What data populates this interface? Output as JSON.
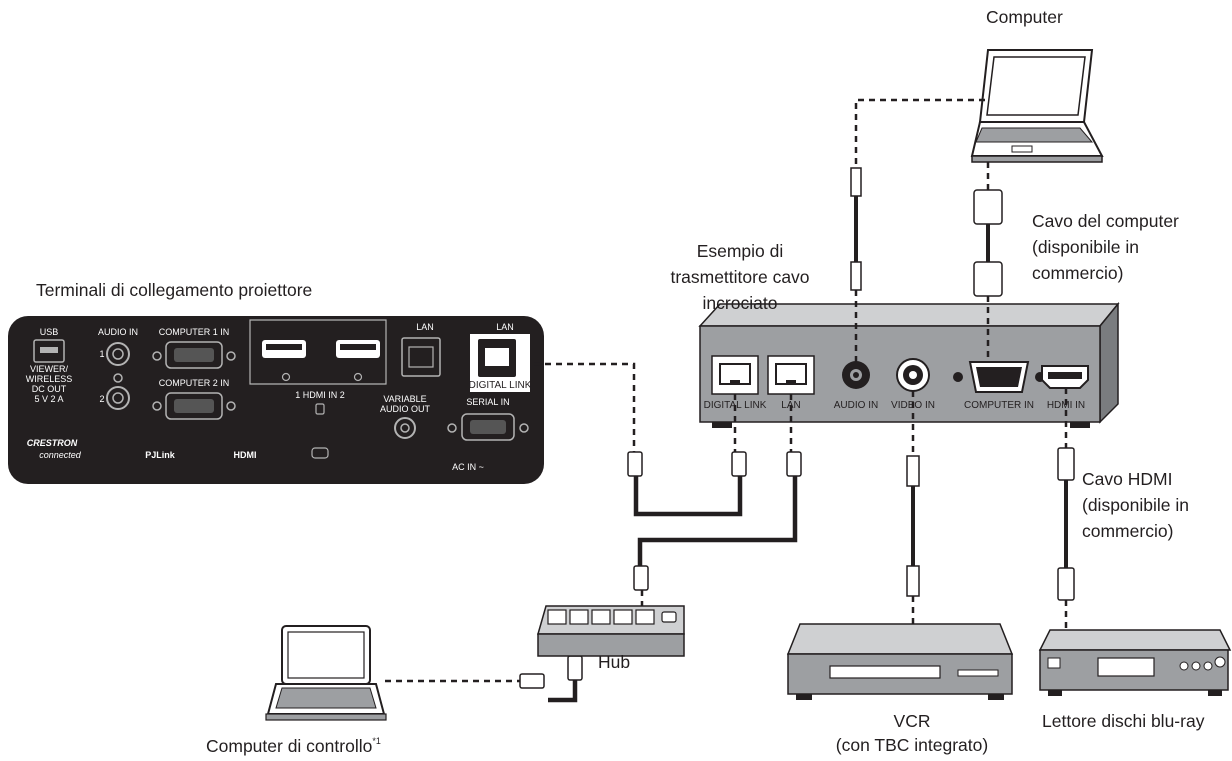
{
  "labels": {
    "computer": "Computer",
    "computer_cable_1": "Cavo del computer",
    "computer_cable_2": "(disponibile in",
    "computer_cable_3": "commercio)",
    "transmitter_1": "Esempio di",
    "transmitter_2": "trasmettitore cavo",
    "transmitter_3": "incrociato",
    "projector_terminals": "Terminali di collegamento proiettore",
    "hdmi_cable_1": "Cavo HDMI",
    "hdmi_cable_2": "(disponibile in",
    "hdmi_cable_3": "commercio)",
    "hub": "Hub",
    "vcr_1": "VCR",
    "vcr_2": "(con TBC integrato)",
    "bluray": "Lettore dischi blu-ray",
    "control_computer": "Computer di controllo",
    "control_computer_note": "*1"
  },
  "projector_panel": {
    "usb": "USB",
    "viewer_1": "VIEWER/",
    "viewer_2": "WIRELESS",
    "viewer_3": "DC OUT",
    "viewer_4": "5 V  2 A",
    "audio_in": "AUDIO IN",
    "audio_1": "1",
    "audio_2": "2",
    "computer1_in": "COMPUTER 1 IN",
    "computer2_in": "COMPUTER 2 IN",
    "hdmi_in": "1    HDMI IN    2",
    "lan_small": "LAN",
    "lan_main": "LAN",
    "digital_link": "DIGITAL LINK",
    "variable_1": "VARIABLE",
    "variable_2": "AUDIO OUT",
    "serial_in": "SERIAL IN",
    "crestron_1": "CRESTRON",
    "crestron_2": "connected",
    "pjlink": "PJLink",
    "hdmi_logo": "HDMI",
    "ac_in": "AC IN ~"
  },
  "transmitter_panel": {
    "digital_link": "DIGITAL LINK",
    "lan": "LAN",
    "audio_in": "AUDIO IN",
    "video_in": "VIDEO IN",
    "computer_in": "COMPUTER IN",
    "hdmi_in": "HDMI IN"
  },
  "colors": {
    "ink": "#231f20",
    "device_fill": "#9d9fa2",
    "projector_fill": "#231f20",
    "panel_line": "#b3b3b3"
  }
}
